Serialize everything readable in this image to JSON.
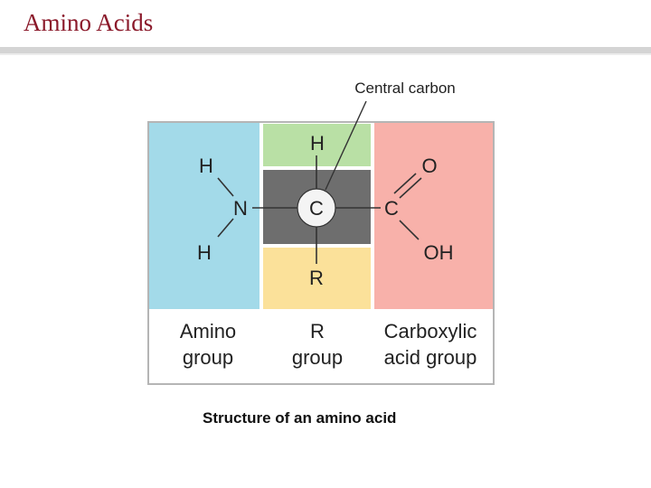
{
  "slide": {
    "title": "Amino Acids"
  },
  "diagram": {
    "callout": "Central carbon",
    "caption": "Structure of an amino acid",
    "atoms": {
      "amino_h_top": "H",
      "amino_n": "N",
      "amino_h_bottom": "H",
      "r_h": "H",
      "central_c": "C",
      "r_r": "R",
      "carboxyl_c": "C",
      "carboxyl_o": "O",
      "carboxyl_oh": "OH"
    },
    "groups": {
      "amino_line1": "Amino",
      "amino_line2": "group",
      "r_line1": "R",
      "r_line2": "group",
      "carboxyl_line1": "Carboxylic",
      "carboxyl_line2": "acid group"
    },
    "colors": {
      "amino": "#a3dae9",
      "hydrogen": "#b9e0a5",
      "core": "#6e6e6e",
      "r_group": "#fbe19a",
      "carboxyl": "#f8b1aa"
    }
  }
}
